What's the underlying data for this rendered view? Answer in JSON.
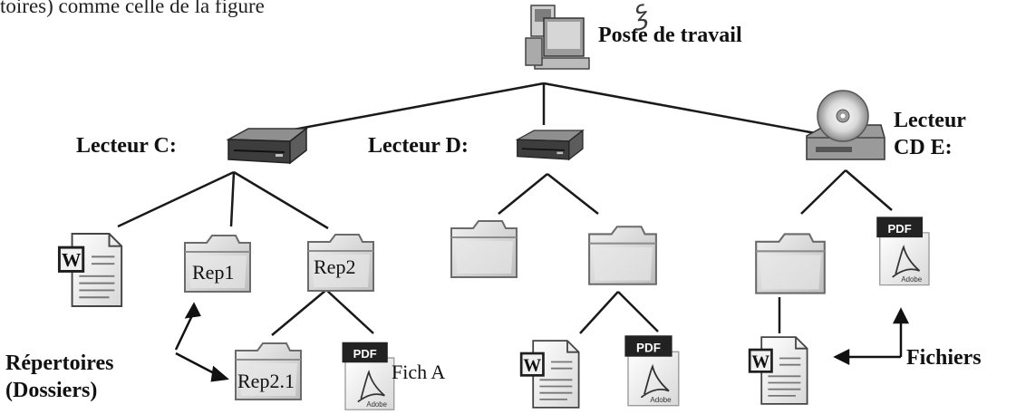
{
  "page": {
    "top_text_fragment": "toires) comme celle de la figure"
  },
  "tree": {
    "root_label": "Poste de travail",
    "drives": [
      {
        "label": "Lecteur C:",
        "type": "hard-disk"
      },
      {
        "label": "Lecteur D:",
        "type": "hard-disk"
      },
      {
        "label_line1": "Lecteur",
        "label_line2": "CD E:",
        "type": "cd-drive"
      }
    ],
    "drive_c_children": {
      "word_doc": "W",
      "folder_rep1": "Rep1",
      "folder_rep2": "Rep2"
    },
    "rep2_children": {
      "folder_rep2_1": "Rep2.1",
      "pdf_file": "Fich A"
    },
    "pdf_badge": "PDF",
    "adobe_text": "Adobe",
    "word_badge": "W"
  },
  "annotations": {
    "repertoires_line1": "Répertoires",
    "repertoires_line2": "(Dossiers)",
    "fichiers": "Fichiers"
  },
  "colors": {
    "line": "#1a1a1a",
    "folder_fill": "#d9d9d9",
    "folder_edge": "#6b6b6b",
    "drive_dark": "#3a3a3a",
    "pdf_red": "#2a2a2a"
  }
}
